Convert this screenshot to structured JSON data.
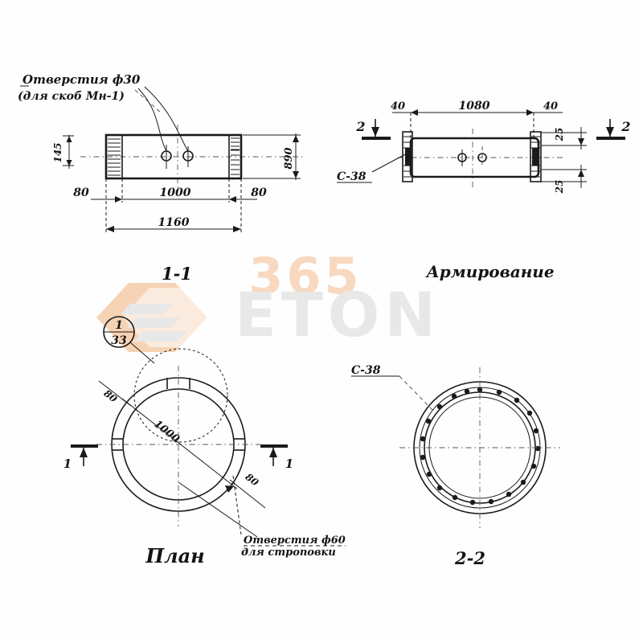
{
  "document": {
    "kind": "engineering-drawing",
    "language": "ru",
    "background_color": "#fefefe",
    "ink_color": "#1a1a1a"
  },
  "watermark": {
    "text_main": "ETON",
    "text_number": "365",
    "main_color": "#e8e8e8",
    "number_color": "#f9d8c0",
    "logo_color": "#f7d3b5"
  },
  "views": {
    "elevation_front": {
      "annotation_line1": "Отверстия ф30",
      "annotation_line2": "(для скоб Мн-1)",
      "dim_left": "80",
      "dim_center": "1000",
      "dim_right": "80",
      "dim_total": "1160",
      "dim_height": "890",
      "dim_thickness": "145"
    },
    "elevation_side": {
      "dim_left": "40",
      "dim_center": "1080",
      "dim_right": "40",
      "dim_top": "25",
      "dim_bottom": "25",
      "mark_label": "С-38",
      "section_mark_left": "2",
      "section_mark_right": "2"
    },
    "plan": {
      "title_section": "1-1",
      "title": "План",
      "detail_bubble_top": "1",
      "detail_bubble_bottom": "33",
      "dim_outer_left": "80",
      "dim_inner": "1000",
      "dim_outer_right": "80",
      "section_mark_left": "1",
      "section_mark_right": "1",
      "callout_line1": "Отверстия ф60",
      "callout_line2": "для строповки"
    },
    "reinforcement": {
      "title": "Армирование",
      "mark_label": "С-38",
      "section_title": "2-2"
    }
  }
}
